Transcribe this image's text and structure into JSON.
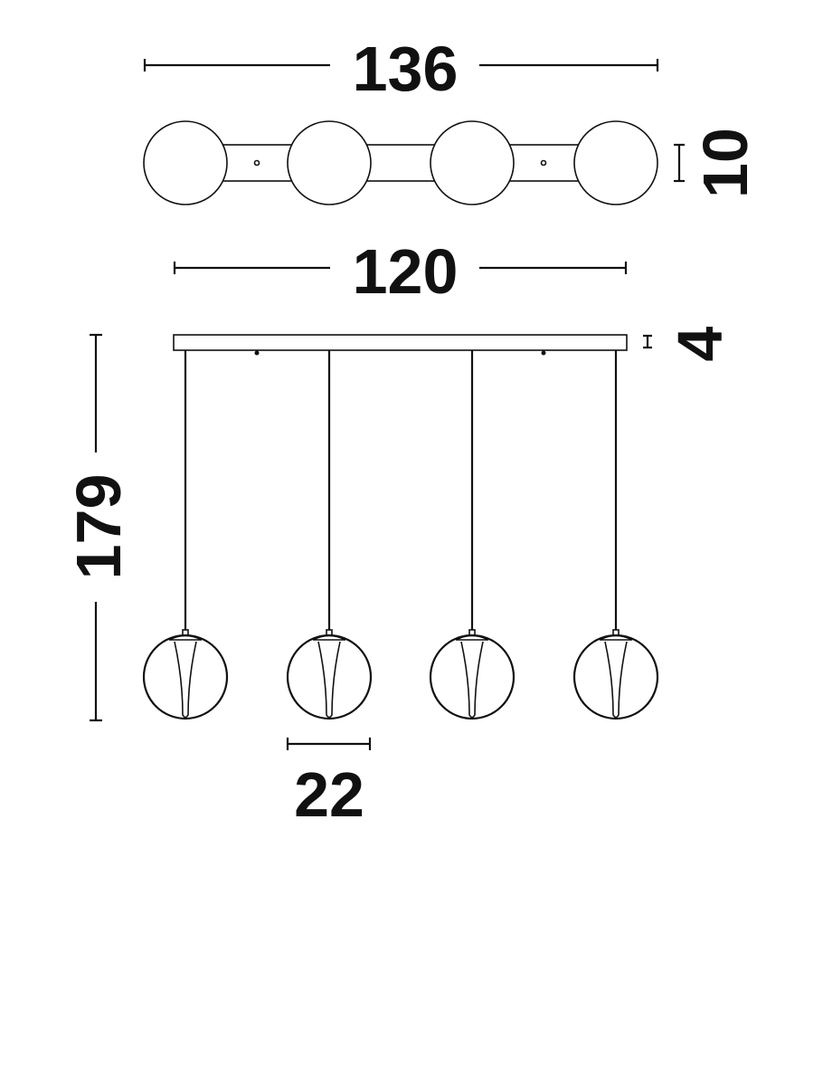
{
  "dimensions": {
    "total_width": "136",
    "depth": "10",
    "canopy_length": "120",
    "canopy_height": "4",
    "total_height": "179",
    "globe_diameter": "22"
  },
  "colors": {
    "line": "#111111",
    "background": "#ffffff"
  }
}
